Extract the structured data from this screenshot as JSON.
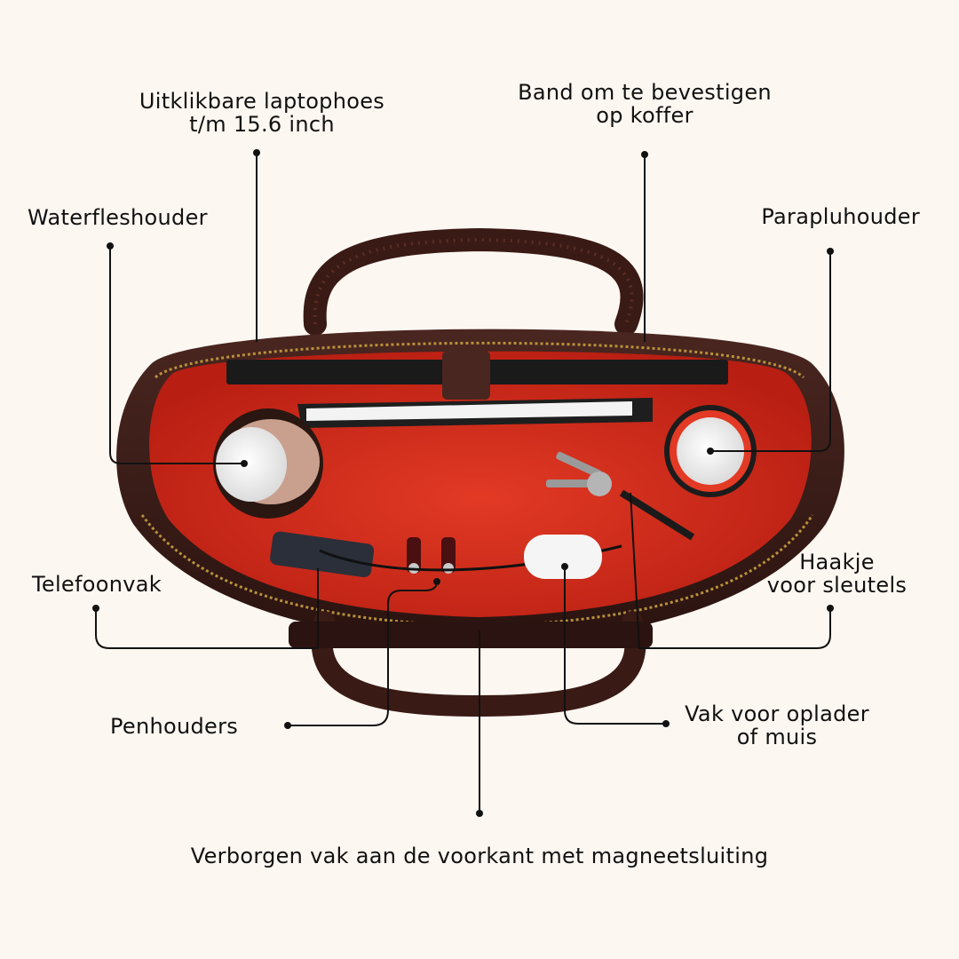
{
  "colors": {
    "background": "#fdf7f1",
    "leather": "#3b1d18",
    "lining": "#d42a1b",
    "annotation_line": "#111111"
  },
  "annotations": {
    "laptop_sleeve": [
      "Uitklikbare laptophoes",
      "t/m 15.6 inch"
    ],
    "suitcase_strap": [
      "Band om te bevestigen",
      "op koffer"
    ],
    "bottle_holder": [
      "Waterfleshouder"
    ],
    "umbrella_holder": [
      "Parapluhouder"
    ],
    "phone_pocket": [
      "Telefoonvak"
    ],
    "key_hook": [
      "Haakje",
      "voor sleutels"
    ],
    "pen_holders": [
      "Penhouders"
    ],
    "charger_pocket": [
      "Vak voor oplader",
      "of muis"
    ],
    "hidden_pocket": [
      "Verborgen vak aan de voorkant met magneetsluiting"
    ]
  }
}
